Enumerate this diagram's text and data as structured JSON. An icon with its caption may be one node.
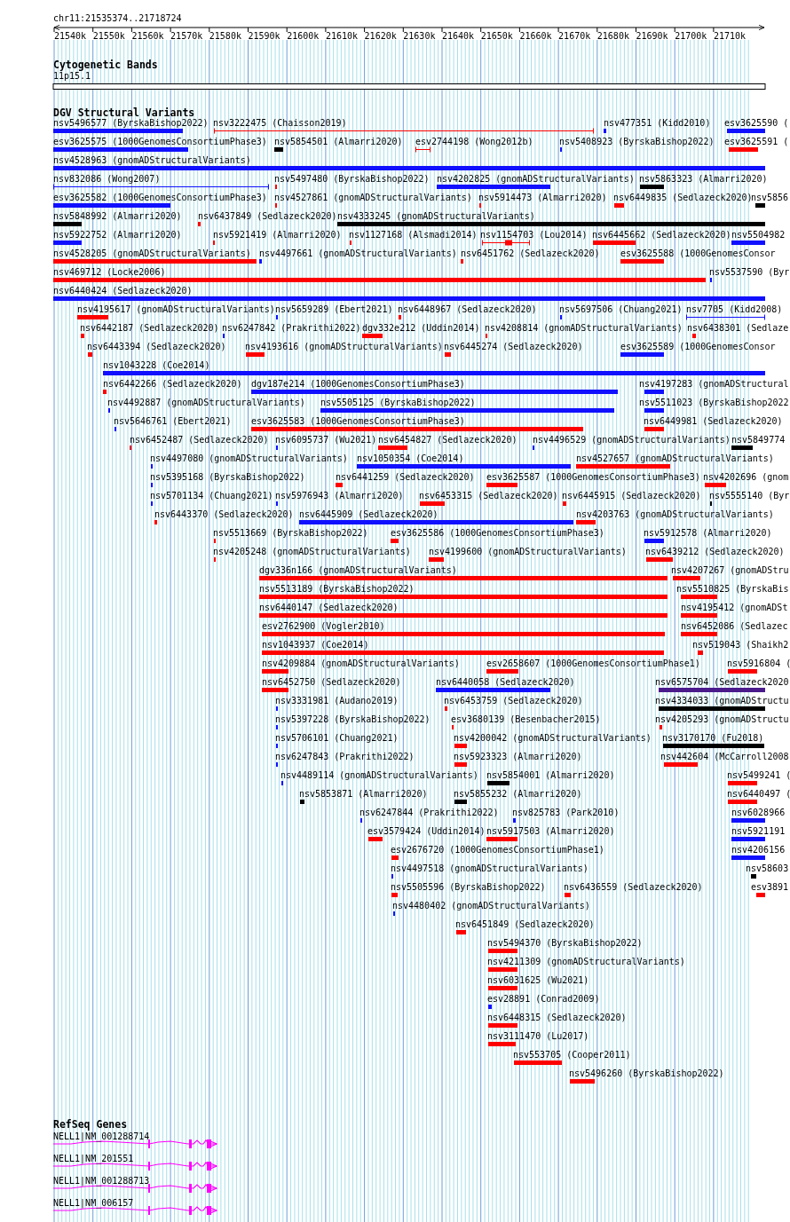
{
  "diagram": {
    "labels": [
      "chr11:21535374..21718724",
      "21540k",
      "21550k",
      "21560k",
      "21570k",
      "21580k",
      "21590k",
      "21600k",
      "21610k",
      "21620k",
      "21630k",
      "21640k",
      "21650k",
      "21660k",
      "21670k",
      "21680k",
      "21690k",
      "21700k",
      "21710k",
      "Cytogenetic Bands",
      "11p15.1",
      "DGV Structural Variants",
      "nsv5496577 (ByrskaBishop2022)",
      "nsv3222475 (Chaisson2019)",
      "nsv477351 (Kidd2010)",
      "esv3625590 (",
      "esv3625575 (1000GenomesConsortiumPhase3)",
      "nsv5854501 (Almarri2020)",
      "esv2744198 (Wong2012b)",
      "nsv5408923 (ByrskaBishop2022)",
      "esv3625591 (",
      "nsv4528963 (gnomADStructuralVariants)",
      "nsv832086 (Wong2007)",
      "nsv5497480 (ByrskaBishop2022)",
      "nsv4202825 (gnomADStructuralVariants)",
      "nsv5863323 (Almarri2020)",
      "esv3625582 (1000GenomesConsortiumPhase3)",
      "nsv4527861 (gnomADStructuralVariants)",
      "nsv5914473 (Almarri2020)",
      "nsv6449835 (Sedlazeck2020)",
      "nsv5856",
      "nsv5848992 (Almarri2020)",
      "nsv6437849 (Sedlazeck2020)",
      "nsv4333245 (gnomADStructuralVariants)",
      "nsv5922752 (Almarri2020)",
      "nsv5921419 (Almarri2020)",
      "nsv1127168 (Alsmadi2014)",
      "nsv1154703 (Lou2014)",
      "nsv6445662 (Sedlazeck2020)",
      "nsv5504982",
      "nsv4528205 (gnomADStructuralVariants)",
      "nsv4497661 (gnomADStructuralVariants)",
      "nsv6451762 (Sedlazeck2020)",
      "esv3625588 (1000GenomesConsor",
      "nsv469712 (Locke2006)",
      "nsv5537590 (Byr",
      "nsv6440424 (Sedlazeck2020)",
      "nsv4195617 (gnomADStructuralVariants)",
      "nsv5659289 (Ebert2021)",
      "nsv6448967 (Sedlazeck2020)",
      "nsv5697506 (Chuang2021)",
      "nsv7705 (Kidd2008)",
      "nsv6442187 (Sedlazeck2020)",
      "nsv6247842 (Prakrithi2022)",
      "dgv332e212 (Uddin2014)",
      "nsv4208814 (gnomADStructuralVariants)",
      "nsv6438301 (Sedlaze",
      "nsv6443394 (Sedlazeck2020)",
      "nsv4193616 (gnomADStructuralVariants)",
      "nsv6445274 (Sedlazeck2020)",
      "esv3625589 (1000GenomesConsor",
      "nsv1043228 (Coe2014)",
      "nsv6442266 (Sedlazeck2020)",
      "dgv187e214 (1000GenomesConsortiumPhase3)",
      "nsv4197283 (gnomADStructural",
      "nsv4492887 (gnomADStructuralVariants)",
      "nsv5505125 (ByrskaBishop2022)",
      "nsv5511023 (ByrskaBishop2022",
      "nsv5646761 (Ebert2021)",
      "esv3625583 (1000GenomesConsortiumPhase3)",
      "nsv6449981 (Sedlazeck2020)",
      "nsv6452487 (Sedlazeck2020)",
      "nsv6095737 (Wu2021)",
      "nsv6454827 (Sedlazeck2020)",
      "nsv4496529 (gnomADStructuralVariants)",
      "nsv5849774",
      "nsv4497080 (gnomADStructuralVariants)",
      "nsv1050354 (Coe2014)",
      "nsv4527657 (gnomADStructuralVariants)",
      "nsv5395168 (ByrskaBishop2022)",
      "nsv6441259 (Sedlazeck2020)",
      "esv3625587 (1000GenomesConsortiumPhase3)",
      "nsv4202696 (gnom",
      "nsv5701134 (Chuang2021)",
      "nsv5976943 (Almarri2020)",
      "nsv6453315 (Sedlazeck2020)",
      "nsv6445915 (Sedlazeck2020)",
      "nsv5555140 (Byr",
      "nsv6443370 (Sedlazeck2020)",
      "nsv6445909 (Sedlazeck2020)",
      "nsv4203763 (gnomADStructuralVariants)",
      "nsv5513669 (ByrskaBishop2022)",
      "esv3625586 (1000GenomesConsortiumPhase3)",
      "nsv5912578 (Almarri2020)",
      "nsv4205248 (gnomADStructuralVariants)",
      "nsv4199600 (gnomADStructuralVariants)",
      "nsv6439212 (Sedlazeck2020)",
      "dgv336n166 (gnomADStructuralVariants)",
      "nsv4207267 (gnomADStru",
      "nsv5513189 (ByrskaBishop2022)",
      "nsv5510825 (ByrskaBis",
      "nsv6440147 (Sedlazeck2020)",
      "nsv4195412 (gnomADSt",
      "esv2762900 (Vogler2010)",
      "nsv6452086 (Sedlazec",
      "nsv1043937 (Coe2014)",
      "nsv519043 (Shaikh2",
      "nsv4209884 (gnomADStructuralVariants)",
      "esv2658607 (1000GenomesConsortiumPhase1)",
      "nsv5916804 (",
      "nsv6452750 (Sedlazeck2020)",
      "nsv6440058 (Sedlazeck2020)",
      "nsv6575704 (Sedlazeck2020",
      "nsv3331981 (Audano2019)",
      "nsv6453759 (Sedlazeck2020)",
      "nsv4334033 (gnomADStructu",
      "nsv5397228 (ByrskaBishop2022)",
      "esv3680139 (Besenbacher2015)",
      "nsv4205293 (gnomADStructu",
      "nsv5706101 (Chuang2021)",
      "nsv4200042 (gnomADStructuralVariants)",
      "nsv3170170 (Fu2018)",
      "nsv6247843 (Prakrithi2022)",
      "nsv5923323 (Almarri2020)",
      "nsv442604 (McCarroll2008",
      "nsv4489114 (gnomADStructuralVariants)",
      "nsv5854001 (Almarri2020)",
      "nsv5499241 (",
      "nsv5853871 (Almarri2020)",
      "nsv5855232 (Almarri2020)",
      "nsv6440497 (",
      "nsv6247844 (Prakrithi2022)",
      "nsv825783 (Park2010)",
      "nsv6028966",
      "esv3579424 (Uddin2014)",
      "nsv5917503 (Almarri2020)",
      "nsv5921191",
      "esv2676720 (1000GenomesConsortiumPhase1)",
      "nsv4206156",
      "nsv4497518 (gnomADStructuralVariants)",
      "nsv58603",
      "nsv5505596 (ByrskaBishop2022)",
      "nsv6436559 (Sedlazeck2020)",
      "esv3891",
      "nsv4480402 (gnomADStructuralVariants)",
      "nsv6451849 (Sedlazeck2020)",
      "nsv5494370 (ByrskaBishop2022)",
      "nsv4211309 (gnomADStructuralVariants)",
      "nsv6031625 (Wu2021)",
      "esv28891 (Conrad2009)",
      "nsv6448315 (Sedlazeck2020)",
      "nsv3111470 (Lu2017)",
      "nsv553705 (Cooper2011)",
      "nsv5496260 (ByrskaBishop2022)",
      "RefSeq Genes",
      "NELL1|NM_001288714",
      "NELL1|NM_201551",
      "NELL1|NM_001288713",
      "NELL1|NM_006157"
    ]
  }
}
